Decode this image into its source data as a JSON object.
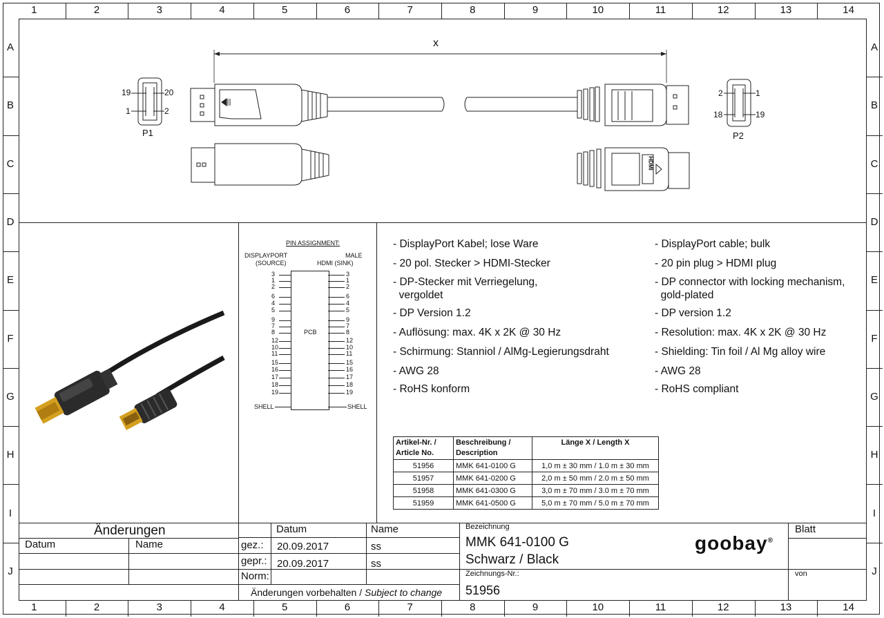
{
  "frame": {
    "col_labels": [
      "1",
      "2",
      "3",
      "4",
      "5",
      "6",
      "7",
      "8",
      "9",
      "10",
      "11",
      "12",
      "13",
      "14"
    ],
    "row_labels": [
      "A",
      "B",
      "C",
      "D",
      "E",
      "F",
      "G",
      "H",
      "I",
      "J"
    ]
  },
  "drawing": {
    "dimension_label": "x",
    "p1": {
      "label": "P1",
      "pins": [
        "19",
        "20",
        "1",
        "2"
      ]
    },
    "p2": {
      "label": "P2",
      "pins": [
        "2",
        "1",
        "18",
        "19"
      ]
    },
    "hdmi_logo": "HDMI"
  },
  "pin_assignment": {
    "title": "PIN ASSIGNMENT:",
    "left_header": [
      "DISPLAYPORT",
      "(SOURCE)"
    ],
    "right_header": [
      "MALE",
      "HDMI (SINK)"
    ],
    "pcb": "PCB",
    "left_pins": [
      "3",
      "1",
      "2",
      "6",
      "4",
      "5",
      "9",
      "7",
      "8",
      "12",
      "10",
      "11",
      "15",
      "16",
      "17",
      "18",
      "19"
    ],
    "right_pins": [
      "3",
      "1",
      "2",
      "6",
      "4",
      "5",
      "9",
      "7",
      "8",
      "12",
      "10",
      "11",
      "15",
      "16",
      "17",
      "18",
      "19"
    ],
    "shell": "SHELL"
  },
  "specs_de": [
    "- DisplayPort Kabel; lose Ware",
    "- 20 pol. Stecker > HDMI-Stecker",
    "- DP-Stecker mit Verriegelung,",
    "  vergoldet",
    "- DP Version 1.2",
    "- Auflösung: max. 4K x 2K @ 30 Hz",
    "- Schirmung: Stanniol / AlMg-Legierungsdraht",
    "- AWG 28",
    "- RoHS konform"
  ],
  "specs_en": [
    "- DisplayPort cable; bulk",
    "- 20 pin plug > HDMI plug",
    "- DP connector with locking mechanism,",
    "  gold-plated",
    "- DP version 1.2",
    "- Resolution: max. 4K x 2K @ 30 Hz",
    "- Shielding: Tin foil / Al Mg alloy wire",
    "- AWG 28",
    "- RoHS compliant"
  ],
  "article_table": {
    "headers": [
      "Artikel-Nr. / Article No.",
      "Beschreibung / Description",
      "Länge X / Length X"
    ],
    "header_lines": [
      [
        "Artikel-Nr. /",
        "Article No."
      ],
      [
        "Beschreibung /",
        "Description"
      ],
      [
        "Länge X / Length X"
      ]
    ],
    "rows": [
      [
        "51956",
        "MMK 641-0100 G",
        "1,0 m ± 30 mm / 1.0 m ± 30 mm"
      ],
      [
        "51957",
        "MMK 641-0200 G",
        "2,0 m ± 50 mm / 2.0 m ± 50 mm"
      ],
      [
        "51958",
        "MMK 641-0300 G",
        "3,0 m ± 70 mm / 3.0 m ± 70 mm"
      ],
      [
        "51959",
        "MMK 641-0500 G",
        "5,0 m ± 70 mm / 5.0 m ± 70 mm"
      ]
    ]
  },
  "title_block": {
    "changes": "Änderungen",
    "datum": "Datum",
    "name": "Name",
    "datum2": "Datum",
    "name2": "Name",
    "gez": "gez.:",
    "gez_date": "20.09.2017",
    "gez_name": "ss",
    "gepr": "gepr.:",
    "gepr_date": "20.09.2017",
    "gepr_name": "ss",
    "norm": "Norm:",
    "note_de": "Änderungen vorbehalten / ",
    "note_en": "Subject to change",
    "bezeichnung": "Bezeichnung",
    "title1": "MMK 641-0100  G",
    "title2": "Schwarz / Black",
    "zeichnungs_nr": "Zeichnungs-Nr.:",
    "drawing_no": "51956",
    "brand": "goobay",
    "brand_mark": "®",
    "blatt": "Blatt",
    "von": "von"
  }
}
